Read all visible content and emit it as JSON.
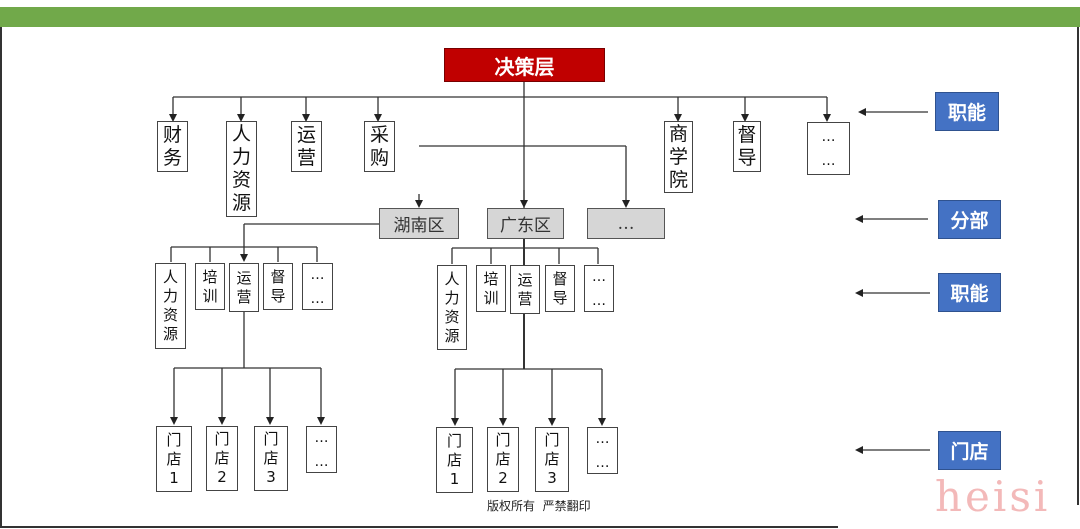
{
  "decision": "决策层",
  "hq_functions": [
    {
      "chars": [
        "财",
        "务"
      ]
    },
    {
      "chars": [
        "人",
        "力",
        "资",
        "源"
      ]
    },
    {
      "chars": [
        "运",
        "营"
      ]
    },
    {
      "chars": [
        "采",
        "购"
      ]
    },
    {
      "chars": [
        "商",
        "学",
        "院"
      ]
    },
    {
      "chars": [
        "督",
        "导"
      ]
    },
    {
      "chars": [
        "…",
        "…"
      ]
    }
  ],
  "regions": [
    "湖南区",
    "广东区",
    "…"
  ],
  "region_functions": {
    "hunan": [
      {
        "chars": [
          "人",
          "力",
          "资",
          "源"
        ]
      },
      {
        "chars": [
          "培",
          "训"
        ]
      },
      {
        "chars": [
          "运",
          "营"
        ]
      },
      {
        "chars": [
          "督",
          "导"
        ]
      },
      {
        "chars": [
          "…",
          "…"
        ]
      }
    ],
    "guangdong": [
      {
        "chars": [
          "人",
          "力",
          "资",
          "源"
        ]
      },
      {
        "chars": [
          "培",
          "训"
        ]
      },
      {
        "chars": [
          "运",
          "营"
        ]
      },
      {
        "chars": [
          "督",
          "导"
        ]
      },
      {
        "chars": [
          "…",
          "…"
        ]
      }
    ]
  },
  "stores": {
    "hunan": [
      {
        "chars": [
          "门",
          "店",
          "1"
        ]
      },
      {
        "chars": [
          "门",
          "店",
          "2"
        ]
      },
      {
        "chars": [
          "门",
          "店",
          "3"
        ]
      },
      {
        "chars": [
          "…",
          "…"
        ]
      }
    ],
    "guangdong": [
      {
        "chars": [
          "门",
          "店",
          "1"
        ]
      },
      {
        "chars": [
          "门",
          "店",
          "2"
        ]
      },
      {
        "chars": [
          "门",
          "店",
          "3"
        ]
      },
      {
        "chars": [
          "…",
          "…"
        ]
      }
    ]
  },
  "level_labels": [
    "职能",
    "分部",
    "职能",
    "门店"
  ],
  "footer": "版权所有  严禁翻印",
  "watermark": "heisi",
  "colors": {
    "top_bar": "#71a94a",
    "decision_fill": "#c00000",
    "level_label_fill": "#4472c4",
    "region_fill": "#d6d6d6"
  }
}
